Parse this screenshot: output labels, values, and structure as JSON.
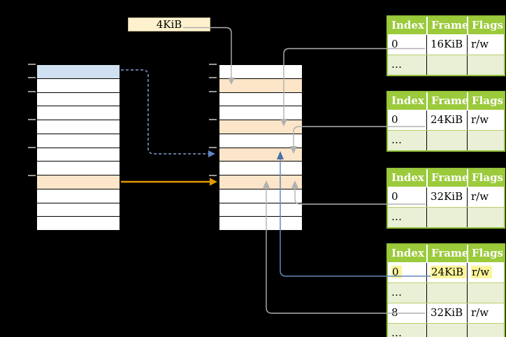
{
  "colors": {
    "background": "#000000",
    "table_header_green": "#9bca3b",
    "table_border_green": "#94c23b",
    "table_row_green": "#e9f0d5",
    "page_blue": "#cfe0f1",
    "page_orange": "#fce5c8",
    "label_cream": "#fdf2cd",
    "highlight_yellow": "#fbf59b",
    "connector_gray": "#b0b0b0",
    "connector_blue": "#6288bb",
    "connector_dashed_blue": "#7ea2d2",
    "connector_orange": "#e09a00"
  },
  "size_label": {
    "text": "4KiB"
  },
  "left_column": {
    "rows": [
      "blue",
      "white",
      "white",
      "white",
      "white",
      "white",
      "white",
      "white",
      "orange",
      "white",
      "white",
      "white"
    ]
  },
  "middle_column": {
    "rows": [
      "white",
      "orange",
      "white",
      "white",
      "orange",
      "white",
      "orange",
      "white",
      "orange",
      "white",
      "white",
      "white"
    ]
  },
  "tables": [
    {
      "headers": [
        "Index",
        "Frame",
        "Flags"
      ],
      "rows": [
        {
          "cells": [
            "0",
            "16KiB",
            "r/w"
          ]
        },
        {
          "cells": [
            "…",
            "",
            ""
          ],
          "shaded": true
        }
      ]
    },
    {
      "headers": [
        "Index",
        "Frame",
        "Flags"
      ],
      "rows": [
        {
          "cells": [
            "0",
            "24KiB",
            "r/w"
          ]
        },
        {
          "cells": [
            "…",
            "",
            ""
          ],
          "shaded": true
        }
      ]
    },
    {
      "headers": [
        "Index",
        "Frame",
        "Flags"
      ],
      "rows": [
        {
          "cells": [
            "0",
            "32KiB",
            "r/w"
          ]
        },
        {
          "cells": [
            "…",
            "",
            ""
          ],
          "shaded": true
        }
      ]
    },
    {
      "headers": [
        "Index",
        "Frame",
        "Flags"
      ],
      "rows": [
        {
          "cells": [
            "0",
            "24KiB",
            "r/w"
          ],
          "highlight": true
        },
        {
          "cells": [
            "…",
            "",
            ""
          ],
          "shaded": true
        },
        {
          "cells": [
            "8",
            "32KiB",
            "r/w"
          ]
        },
        {
          "cells": [
            "…",
            "",
            ""
          ],
          "shaded": true
        }
      ]
    }
  ]
}
